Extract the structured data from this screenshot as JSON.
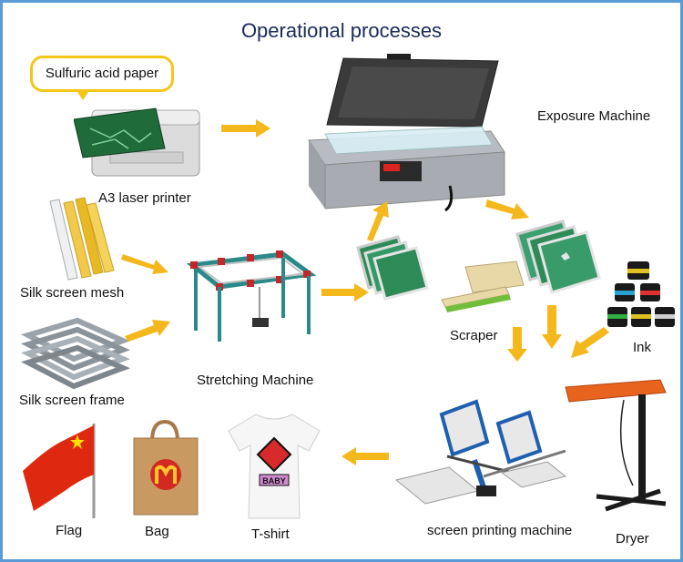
{
  "title": "Operational processes",
  "bubble_text": "Sulfuric acid paper",
  "labels": {
    "printer": "A3 laser printer",
    "exposure": "Exposure Machine",
    "mesh": "Silk screen mesh",
    "frame": "Silk screen frame",
    "stretching": "Stretching Machine",
    "scraper": "Scraper",
    "ink": "Ink",
    "printing_machine": "screen printing machine",
    "dryer": "Dryer",
    "tshirt": "T-shirt",
    "bag": "Bag",
    "flag": "Flag"
  },
  "tshirt_print_text": "BABY",
  "colors": {
    "arrow": "#f5b81c",
    "border": "#5b9bd5",
    "title": "#1a2a5a",
    "screen_green": "#2e8b57",
    "dryer_orange": "#e8641e",
    "flag_red": "#de2910",
    "flag_star": "#ffde00",
    "bag_brown": "#c89a62",
    "mcd_yellow": "#ffc72c"
  },
  "icons": [
    "printer-icon",
    "exposure-machine-icon",
    "mesh-rolls-icon",
    "frames-icon",
    "stretching-machine-icon",
    "screens-icon",
    "scraper-icon",
    "ink-cans-icon",
    "printing-press-icon",
    "dryer-icon",
    "tshirt-icon",
    "bag-icon",
    "flag-icon",
    "arrow-icon"
  ]
}
